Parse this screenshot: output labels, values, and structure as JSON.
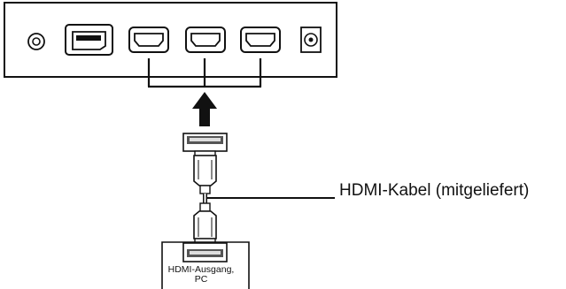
{
  "diagram": {
    "cable_label": "HDMI-Kabel (mitgeliefert)",
    "source_label_line1": "HDMI-Ausgang,",
    "source_label_line2": "PC",
    "ports": {
      "audio": "audio-jack-icon",
      "displayport": "displayport-port-icon",
      "hdmi_count": 3,
      "power": "dc-power-port-icon"
    }
  }
}
